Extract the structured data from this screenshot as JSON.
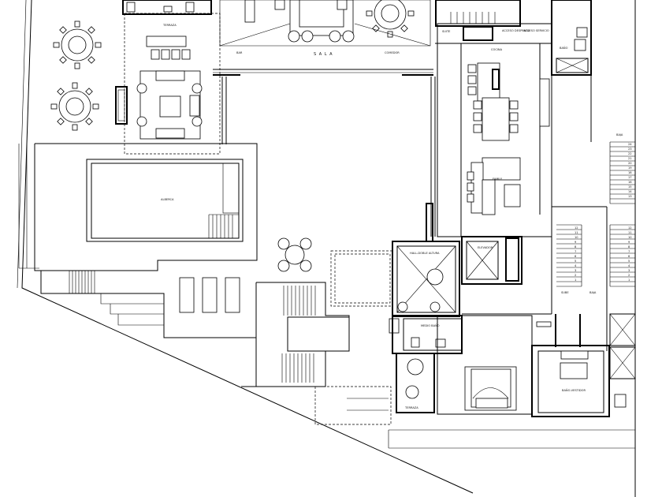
{
  "rooms": {
    "terraza_top": "TERRAZA",
    "bar": "BAR",
    "sala": "S A L A",
    "comedor": "COMEDOR",
    "suite_top": "SUITE",
    "acceso_despensa": "ACCESO DESPENSA",
    "acceso_servicio": "ACCESO SERVICIO",
    "bano_top": "BAÑO",
    "cocina": "COCINA",
    "family": "FAMILY",
    "alberca": "ALBERCA",
    "baja_top": "BAJA",
    "hall": "HALL-DOBLE ALTURA",
    "elevador": "ELEVADOR",
    "sube": "SUBE",
    "baja": "BAJA",
    "medio_bano": "MEDIO BAÑO",
    "bano_vestidor": "BAÑO-VESTIDOR",
    "terraza_bottom": "TERRAZA"
  },
  "stairs": {
    "right_numbers": [
      "24",
      "23",
      "22",
      "21",
      "20",
      "19",
      "18",
      "17",
      "16",
      "15",
      "14",
      "13"
    ],
    "right_lower_numbers": [
      "12",
      "11",
      "10",
      "9",
      "8",
      "7",
      "6",
      "5",
      "4",
      "3",
      "2",
      "1"
    ],
    "inner_numbers": [
      "12",
      "11",
      "10",
      "9",
      "8",
      "7",
      "6",
      "5",
      "4",
      "3",
      "2",
      "1"
    ]
  },
  "colors": {
    "line": "#000000",
    "background": "#ffffff"
  }
}
